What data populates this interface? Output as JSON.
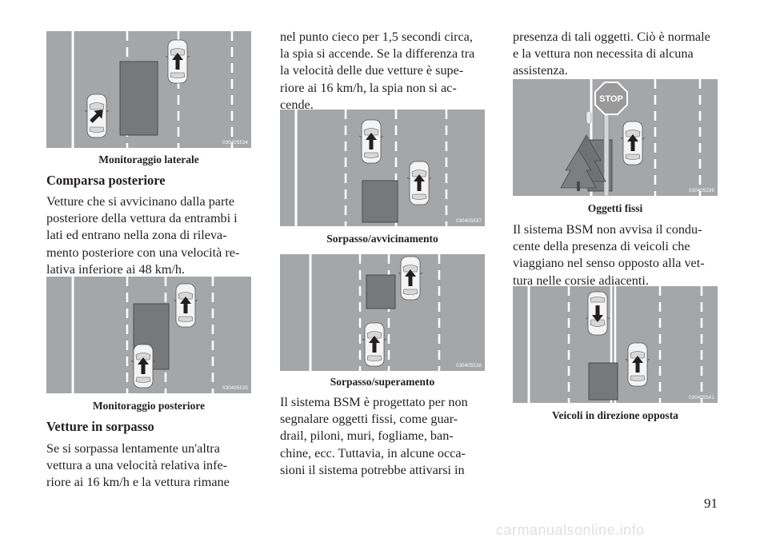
{
  "column1": {
    "figure1": {
      "code": "030405534",
      "caption": "Monitoraggio laterale"
    },
    "heading1": "Comparsa posteriore",
    "paragraph1": "Vetture che si avvicinano dalla parte\nposteriore della vettura da entrambi i\nlati ed entrano nella zona di rileva-\nmento posteriore con una velocità re-\nlativa inferiore ai 48 km/h.",
    "figure2": {
      "code": "030405535",
      "caption": "Monitoraggio posteriore"
    },
    "heading2": "Vetture in sorpasso",
    "paragraph2": "Se si sorpassa lentamente un'altra\nvettura a una velocità relativa infe-\nriore ai 16 km/h e la vettura rimane"
  },
  "column2": {
    "paragraph1": "nel punto cieco per 1,5 secondi circa,\nla spia si accende. Se la differenza tra\nla velocità delle due vetture è supe-\nriore ai 16 km/h, la spia non si ac-\ncende.",
    "figure1": {
      "code": "030405537",
      "caption": "Sorpasso/avvicinamento"
    },
    "figure2": {
      "code": "030405538",
      "caption": "Sorpasso/superamento"
    },
    "paragraph2": "Il sistema BSM è progettato per non\nsegnalare oggetti fissi, come guar-\ndrail, piloni, muri, fogliame, ban-\nchine, ecc. Tuttavia, in alcune occa-\nsioni il sistema potrebbe attivarsi in"
  },
  "column3": {
    "paragraph1": "presenza di tali oggetti. Ciò è normale\ne la vettura non necessita di alcuna\nassistenza.",
    "figure1": {
      "code": "030405239",
      "caption": "Oggetti fissi",
      "sign_text": "STOP"
    },
    "paragraph2": "Il sistema BSM non avvisa il condu-\ncente della presenza di veicoli che\nviaggiano nel senso opposto alla vet-\ntura nelle corsie adiacenti.",
    "figure2": {
      "code": "030405541",
      "caption": "Veicoli in direzione opposta"
    }
  },
  "page_number": "91",
  "watermark": "carmanualsonline.info",
  "colors": {
    "road": "#a4a6a8",
    "lane": "#ffffff",
    "car": "#f4f4f4",
    "zone": "#76787a",
    "text": "#231f20"
  }
}
